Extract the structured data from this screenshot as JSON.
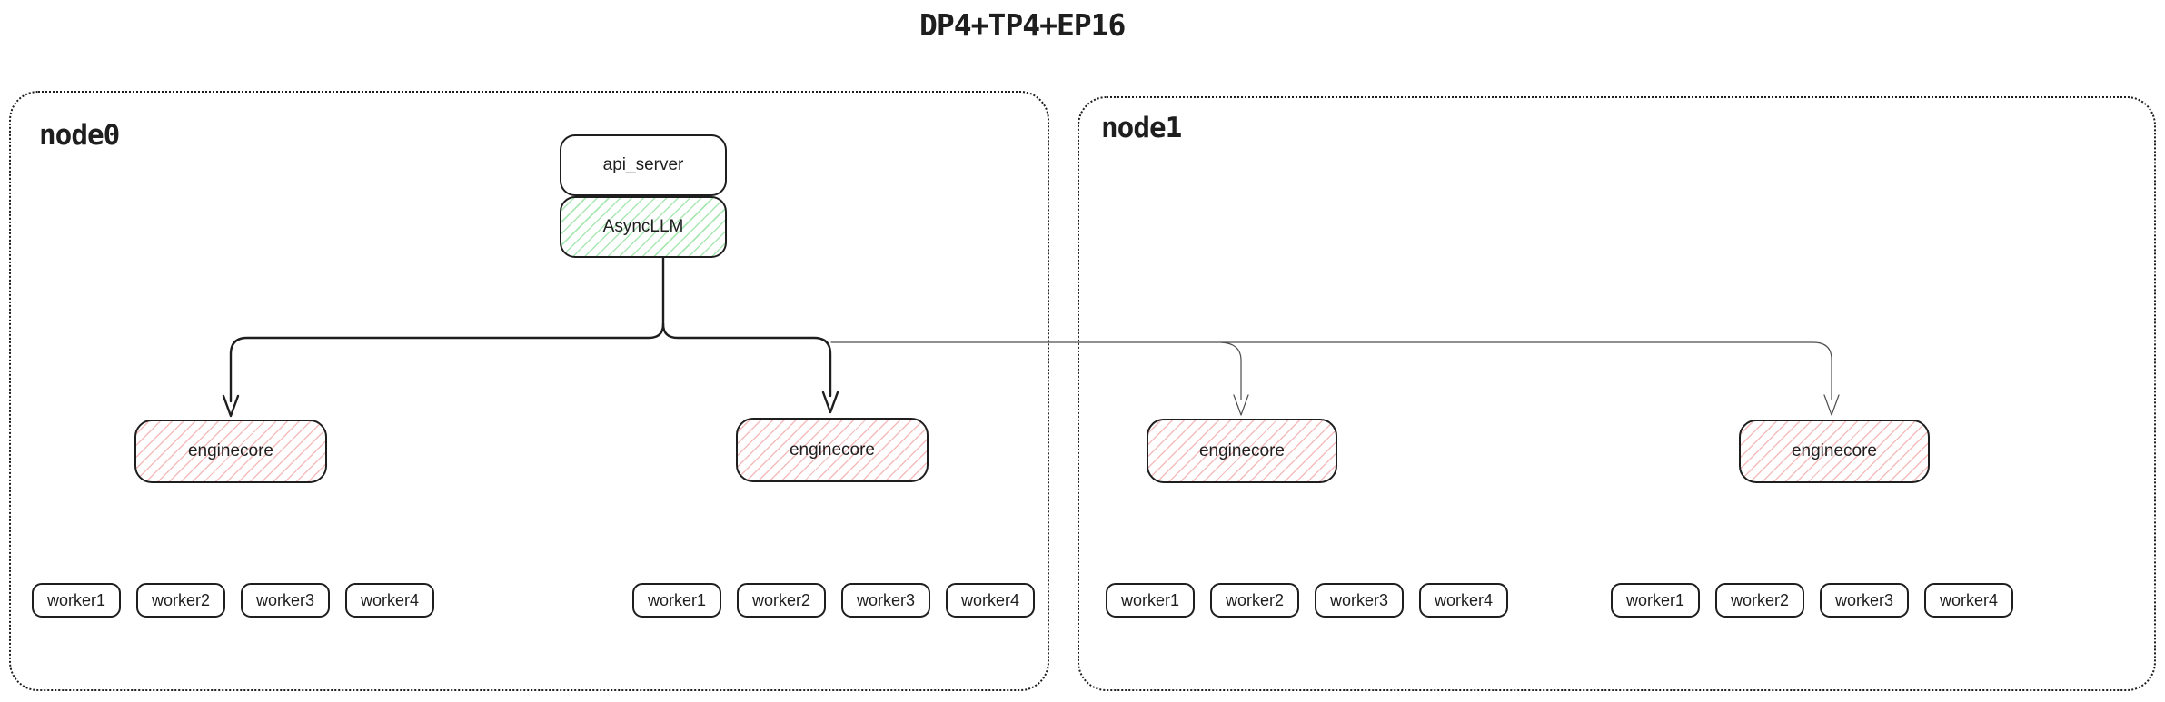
{
  "title": "DP4+TP4+EP16",
  "colors": {
    "stroke": "#1e1e1e",
    "thin_line": "#4d4d4d",
    "red_hatch": "#f5bcbc",
    "green_hatch": "#a9e8b3",
    "background": "#ffffff"
  },
  "nodes": [
    {
      "label": "node0"
    },
    {
      "label": "node1"
    }
  ],
  "boxes": {
    "api_server": "api_server",
    "async_llm": "AsyncLLM"
  },
  "enginecores": [
    {
      "label": "enginecore"
    },
    {
      "label": "enginecore"
    },
    {
      "label": "enginecore"
    },
    {
      "label": "enginecore"
    }
  ],
  "workers": {
    "groups": [
      [
        "worker1",
        "worker2",
        "worker3",
        "worker4"
      ],
      [
        "worker1",
        "worker2",
        "worker3",
        "worker4"
      ],
      [
        "worker1",
        "worker2",
        "worker3",
        "worker4"
      ],
      [
        "worker1",
        "worker2",
        "worker3",
        "worker4"
      ]
    ]
  }
}
